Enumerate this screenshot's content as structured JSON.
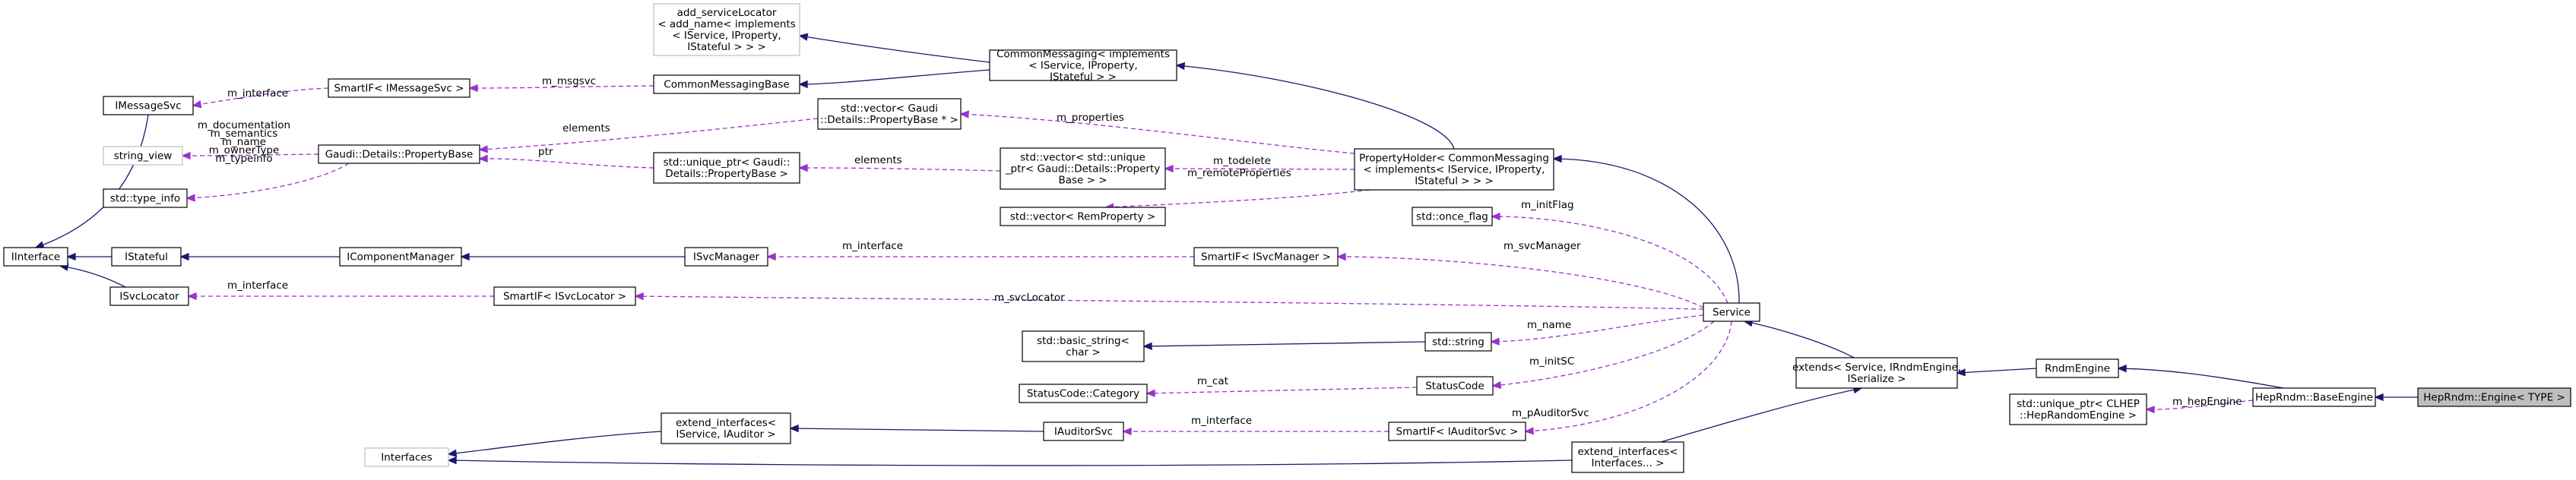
{
  "nodes": {
    "hepEngineTpl": [
      "HepRndm::Engine< TYPE >"
    ],
    "baseEngine": [
      "HepRndm::BaseEngine"
    ],
    "rndmEngine": [
      "RndmEngine"
    ],
    "uniqueClhep": [
      "std::unique_ptr< CLHEP",
      "::HepRandomEngine >"
    ],
    "extendsRndm": [
      "extends< Service, IRndmEngine,",
      "ISerialize >"
    ],
    "extendInterfacesDots": [
      "extend_interfaces<",
      "Interfaces... >"
    ],
    "service": [
      "Service"
    ],
    "propertyHolder": [
      "PropertyHolder< CommonMessaging",
      "< implements< IService, IProperty,",
      "IStateful > > >"
    ],
    "onceFlag": [
      "std::once_flag"
    ],
    "smartIfSvcManager": [
      "SmartIF< ISvcManager >"
    ],
    "smartIfSvcLocator": [
      "SmartIF< ISvcLocator >"
    ],
    "stdString": [
      "std::string"
    ],
    "statusCode": [
      "StatusCode"
    ],
    "smartIfAuditorSvc": [
      "SmartIF< IAuditorSvc >"
    ],
    "commonMessagingImpl": [
      "CommonMessaging< implements",
      "< IService, IProperty,",
      "IStateful > >"
    ],
    "addServiceLocator": [
      "add_serviceLocator",
      "< add_name< implements",
      "< IService, IProperty,",
      "IStateful > > >"
    ],
    "commonMessagingBase": [
      "CommonMessagingBase"
    ],
    "smartIfMessageSvc": [
      "SmartIF< IMessageSvc >"
    ],
    "iMessageSvc": [
      "IMessageSvc"
    ],
    "vectorPropertyBase": [
      "std::vector< Gaudi",
      "::Details::PropertyBase * >"
    ],
    "vectorUniquePtr": [
      "std::vector< std::unique",
      "_ptr< Gaudi::Details::Property",
      "Base > >"
    ],
    "vectorRemProperty": [
      "std::vector< RemProperty >"
    ],
    "uniquePropertyBase": [
      "std::unique_ptr< Gaudi::",
      "Details::PropertyBase >"
    ],
    "propertyBase": [
      "Gaudi::Details::PropertyBase"
    ],
    "stringView": [
      "string_view"
    ],
    "typeInfo": [
      "std::type_info"
    ],
    "iInterface": [
      "IInterface"
    ],
    "iStateful": [
      "IStateful"
    ],
    "iComponentManager": [
      "IComponentManager"
    ],
    "iSvcManager": [
      "ISvcManager"
    ],
    "iSvcLocator": [
      "ISvcLocator"
    ],
    "basicString": [
      "std::basic_string<",
      "char >"
    ],
    "statusCodeCategory": [
      "StatusCode::Category"
    ],
    "iAuditorSvc": [
      "IAuditorSvc"
    ],
    "extendInterfacesAuditor": [
      "extend_interfaces<",
      "IService, IAuditor >"
    ],
    "interfaces": [
      "Interfaces"
    ]
  },
  "edge_labels": {
    "m_hepEngine": [
      "m_hepEngine"
    ],
    "m_initFlag": [
      "m_initFlag"
    ],
    "m_svcManager": [
      "m_svcManager"
    ],
    "m_svcLocator": [
      "m_svcLocator"
    ],
    "m_name": [
      "m_name"
    ],
    "m_initSC": [
      "m_initSC"
    ],
    "m_pAuditorSvc": [
      "m_pAuditorSvc"
    ],
    "m_properties": [
      "m_properties"
    ],
    "m_todelete": [
      "m_todelete"
    ],
    "m_remoteProperties": [
      "m_remoteProperties"
    ],
    "m_msgsvc": [
      "m_msgsvc"
    ],
    "m_interface_msg": [
      "m_interface"
    ],
    "elements_vec": [
      "elements"
    ],
    "elements_uniq": [
      "elements"
    ],
    "ptr": [
      "ptr"
    ],
    "propertyBaseMembers": [
      "m_documentation",
      "m_semantics",
      "m_name",
      "m_ownerType",
      "m_typeinfo"
    ],
    "m_interface_mgr": [
      "m_interface"
    ],
    "m_interface_loc": [
      "m_interface"
    ],
    "m_cat": [
      "m_cat"
    ],
    "m_interface_aud": [
      "m_interface"
    ]
  },
  "colors": {
    "inheritance": "#191970",
    "usage": "#9a32cd",
    "main_fill": "#bfbfbf",
    "node_border": "#000000",
    "external_border": "#bfbfbf"
  }
}
